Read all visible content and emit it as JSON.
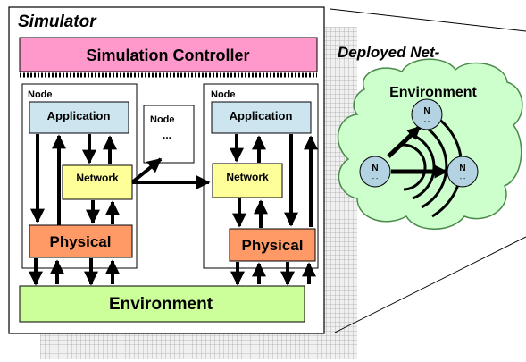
{
  "simulator": {
    "title": "Simulator",
    "controller_label": "Simulation Controller",
    "environment_label": "Environment"
  },
  "left_node": {
    "node_label": "Node",
    "application_label": "Application",
    "network_label": "Network",
    "physical_label": "Physical"
  },
  "middle_node": {
    "node_label": "Node",
    "ellipsis": "..."
  },
  "right_node": {
    "node_label": "Node",
    "application_label": "Application",
    "network_label": "Network",
    "physical_label": "Physical"
  },
  "deployed": {
    "title": "Deployed Net-",
    "environment_label": "Environment",
    "nodes": [
      {
        "label": "N"
      },
      {
        "label": "N"
      },
      {
        "label": "N"
      }
    ]
  },
  "colors": {
    "controller": "#ff99cc",
    "application": "#cce5ee",
    "network": "#ffff99",
    "physical": "#ff9966",
    "environment": "#ccff99",
    "cloud": "#ccffcc",
    "node_circle": "#b3d3e3",
    "shadow_grid": "#b8b8b8"
  }
}
